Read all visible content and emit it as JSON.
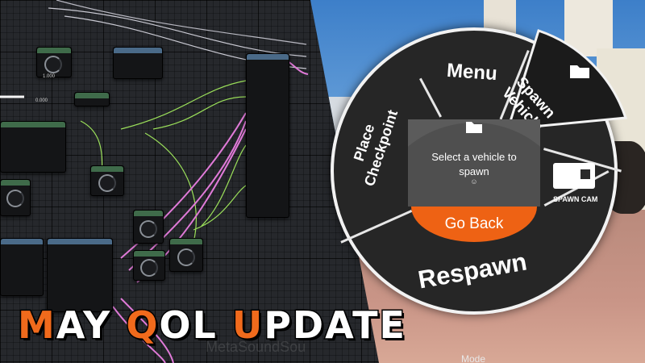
{
  "menu": {
    "menu_label": "Menu",
    "spawn_vehicle_line1": "Spawn",
    "spawn_vehicle_line2": "Vehicle",
    "place_checkpoint_line1": "Place",
    "place_checkpoint_line2": "Checkpoint",
    "spawn_cam_label": "SPAWN CAM",
    "center_text": "Select a vehicle to spawn",
    "center_glyph": "☺",
    "go_back_label": "Go Back",
    "respawn_label": "Respawn"
  },
  "banner": {
    "letters": [
      {
        "t": "M",
        "accent": true
      },
      {
        "t": "AY ",
        "accent": false
      },
      {
        "t": "Q",
        "accent": true
      },
      {
        "t": "OL ",
        "accent": false
      },
      {
        "t": "U",
        "accent": true
      },
      {
        "t": "PDATE",
        "accent": false
      }
    ]
  },
  "bottom_label": "Mode",
  "watermark": "MetaSoundSou",
  "graph_value_1": "0.000",
  "graph_value_2": "1.000",
  "colors": {
    "accent_orange": "#ee6214",
    "menu_dark": "#262626",
    "menu_border": "#f2f2f2",
    "center_panel": "#5b5b5b",
    "wire_pink": "#e07ad8",
    "wire_green": "#9be05a"
  },
  "icons": [
    "folder-icon",
    "camera-icon",
    "face-icon"
  ]
}
